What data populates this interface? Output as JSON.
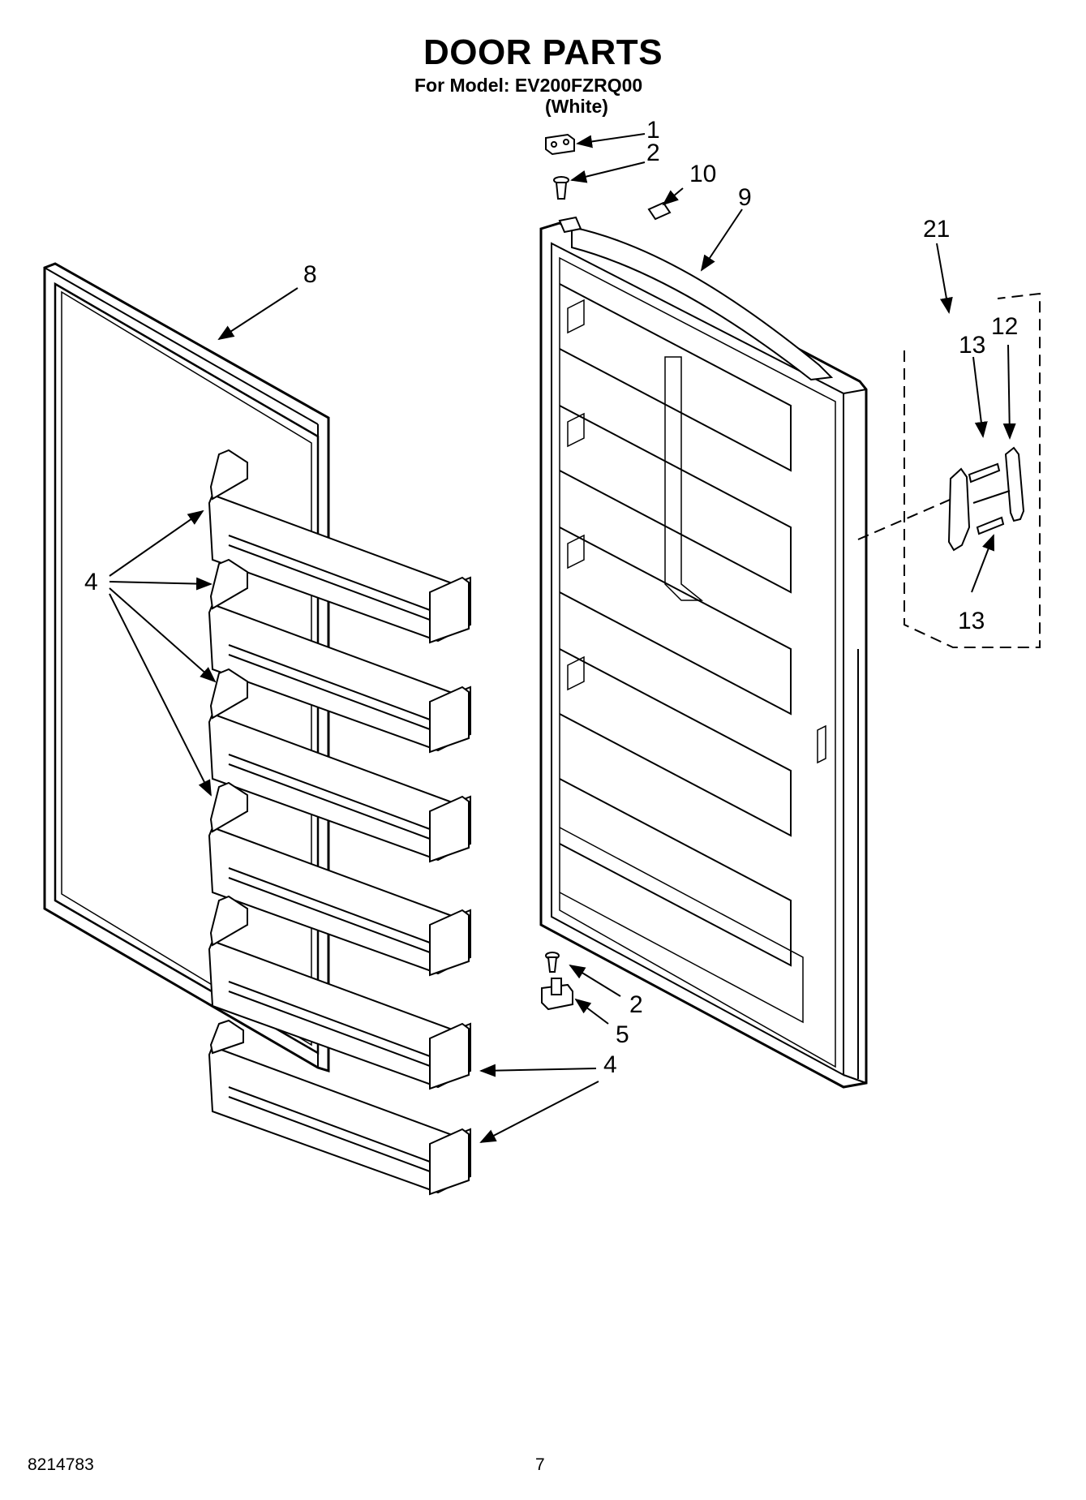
{
  "header": {
    "title": "DOOR PARTS",
    "model_line": "For Model: EV200FZRQ00",
    "variant": "(White)"
  },
  "footer": {
    "doc_number": "8214783",
    "page_number": "7"
  },
  "callouts": {
    "c1": "1",
    "c2_top": "2",
    "c10": "10",
    "c9": "9",
    "c8": "8",
    "c21": "21",
    "c13_top": "13",
    "c12": "12",
    "c13_bottom": "13",
    "c4_left": "4",
    "c2_bottom": "2",
    "c5": "5",
    "c4_right_upper": "4",
    "c4_right_lower": "4"
  }
}
